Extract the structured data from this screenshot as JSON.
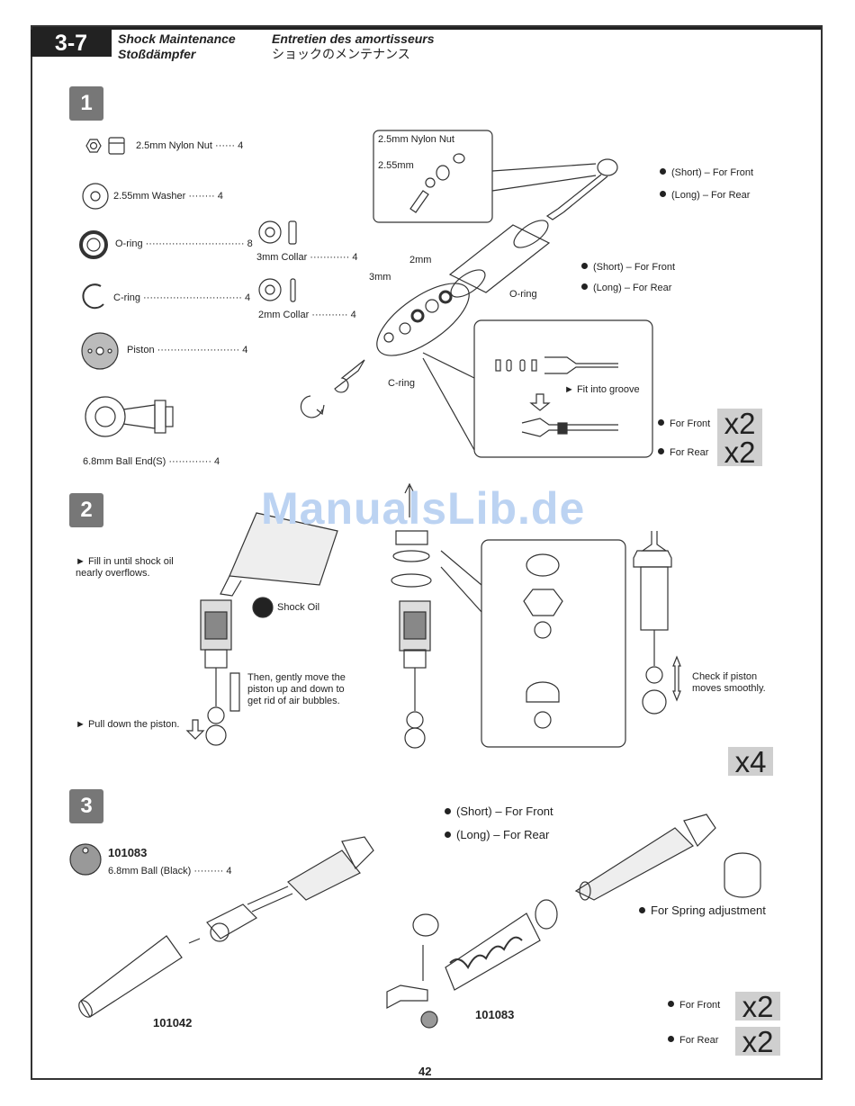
{
  "header": {
    "section_number": "3-7",
    "title_en": "Shock Maintenance",
    "title_fr": "Entretien des amortisseurs",
    "title_de": "Stoßdämpfer",
    "title_jp": "ショックのメンテナンス"
  },
  "watermark": "ManualsLib.de",
  "page_number": "42",
  "step1": {
    "number": "1",
    "parts": [
      {
        "label": "2.5mm Nylon Nut",
        "qty": "4"
      },
      {
        "label": "2.55mm Washer",
        "qty": "4"
      },
      {
        "label": "O-ring",
        "qty": "8"
      },
      {
        "label": "C-ring",
        "qty": "4"
      },
      {
        "label": "Piston",
        "qty": "4"
      },
      {
        "label": "6.8mm Ball End(S)",
        "qty": "4"
      },
      {
        "label": "3mm Collar",
        "qty": "4"
      },
      {
        "label": "2mm Collar",
        "qty": "4"
      }
    ],
    "callouts": {
      "nylon_nut": "2.5mm Nylon Nut",
      "washer": "2.55mm",
      "short1": "(Short) – For Front",
      "long1": "(Long) – For Rear",
      "short2": "(Short) – For Front",
      "long2": "(Long) – For Rear",
      "mm2": "2mm",
      "mm3": "3mm",
      "oring": "O-ring",
      "cring": "C-ring",
      "fit": "Fit into groove",
      "for_front": "For Front",
      "for_rear": "For  Rear",
      "front_mult": "x2",
      "rear_mult": "x2"
    }
  },
  "step2": {
    "number": "2",
    "fill": "Fill in until shock oil\nnearly overflows.",
    "shock_oil": "Shock Oil",
    "gently": "Then, gently move the\npiston up and down to\nget rid of air bubbles.",
    "pull": "Pull down the piston.",
    "check": "Check if piston\nmoves smoothly.",
    "mult": "x4"
  },
  "step3": {
    "number": "3",
    "ball_part": "101083",
    "ball_label": "6.8mm Ball (Black)",
    "ball_qty": "4",
    "part_101042": "101042",
    "part_101083": "101083",
    "short": "(Short) – For Front",
    "long": "(Long) – For Rear",
    "spring": "For Spring adjustment",
    "for_front": "For Front",
    "for_rear": "For Rear",
    "front_mult": "x2",
    "rear_mult": "x2"
  }
}
